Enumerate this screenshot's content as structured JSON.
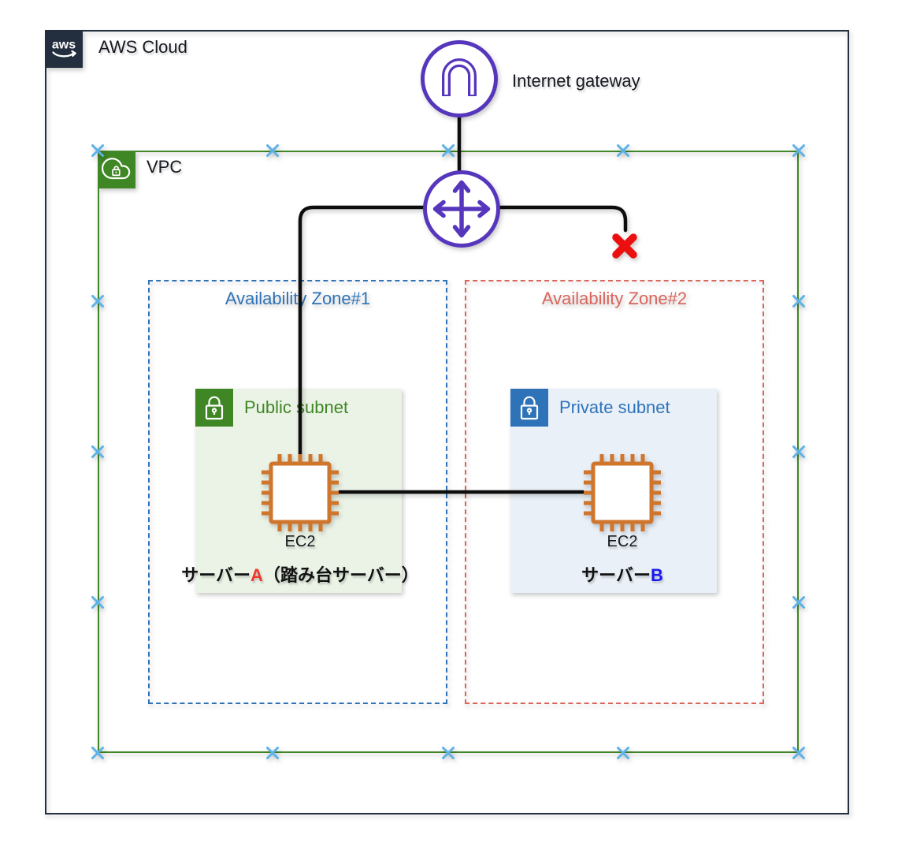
{
  "aws_cloud": {
    "label": "AWS Cloud",
    "logo_text": "aws"
  },
  "vpc": {
    "label": "VPC"
  },
  "internet_gateway": {
    "label": "Internet gateway"
  },
  "availability_zones": [
    {
      "label": "Availability Zone#1"
    },
    {
      "label": "Availability Zone#2"
    }
  ],
  "subnets": [
    {
      "label": "Public subnet"
    },
    {
      "label": "Private subnet"
    }
  ],
  "servers": [
    {
      "service_label": "EC2",
      "name_prefix": "サーバー",
      "name_highlight": "A",
      "name_suffix": "（踏み台サーバー）"
    },
    {
      "service_label": "EC2",
      "name_prefix": "サーバー",
      "name_highlight": "B",
      "name_suffix": ""
    }
  ],
  "icons": {
    "aws_logo_icon": "aws smile logo",
    "vpc_icon": "cloud with lock",
    "internet_gateway_icon": "gateway arch in circle",
    "router_icon": "four-way arrows in circle",
    "public_subnet_icon": "padlock",
    "private_subnet_icon": "padlock",
    "ec2_icon": "processor chip",
    "blocked_icon": "red cross",
    "connection_point_icon": "light blue x"
  },
  "colors": {
    "aws_dark": "#232F3E",
    "vpc_green": "#3F8624",
    "az_blue": "#2E73B8",
    "az_salmon": "#D9655B",
    "subnet_public_bg": "#EBF3E7",
    "subnet_private_bg": "#E9F0F8",
    "subnet_public_label": "#3F8624",
    "subnet_private_label": "#2E73B8",
    "purple": "#5536BC",
    "ec2_orange": "#D0752C",
    "wire_black": "#0D0D0D",
    "blocked_red": "#EB0F0F",
    "server_a_red": "#F2372B",
    "server_b_blue": "#1717F0",
    "connection_x_blue": "#5CB2E7",
    "text_dark": "#16191F"
  }
}
